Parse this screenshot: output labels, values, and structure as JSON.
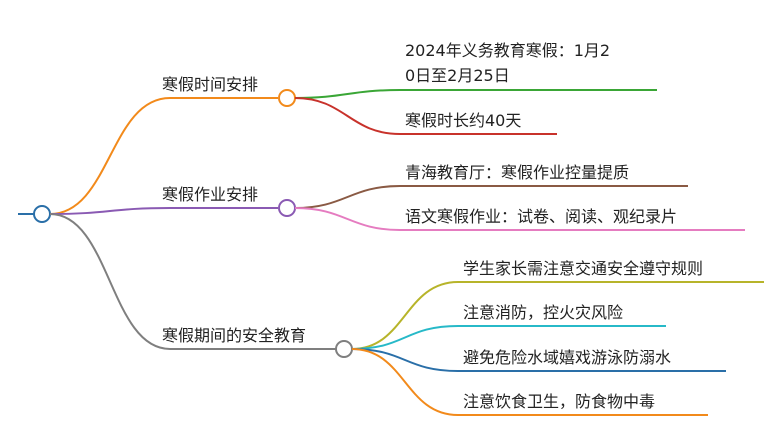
{
  "mindmap": {
    "root_color": "#2a6fa8",
    "branches": [
      {
        "label": "寒假时间安排",
        "color": "#f28a1b",
        "leaves": [
          {
            "lines": [
              "2024年义务教育寒假：1月2",
              "0日至2月25日"
            ],
            "color": "#3aa636"
          },
          {
            "lines": [
              "寒假时长约40天"
            ],
            "color": "#c8322b"
          }
        ]
      },
      {
        "label": "寒假作业安排",
        "color": "#8a5ab3",
        "leaves": [
          {
            "lines": [
              "青海教育厅：寒假作业控量提质"
            ],
            "color": "#8a5a44"
          },
          {
            "lines": [
              "语文寒假作业：试卷、阅读、观纪录片"
            ],
            "color": "#e57cc0"
          }
        ]
      },
      {
        "label": "寒假期间的安全教育",
        "color": "#7f7f7f",
        "leaves": [
          {
            "lines": [
              "学生家长需注意交通安全遵守规则"
            ],
            "color": "#b7b42a"
          },
          {
            "lines": [
              "注意消防，控火灾风险"
            ],
            "color": "#27b9c8"
          },
          {
            "lines": [
              "避免危险水域嬉戏游泳防溺水"
            ],
            "color": "#2a6fa8"
          },
          {
            "lines": [
              "注意饮食卫生，防食物中毒"
            ],
            "color": "#f28a1b"
          }
        ]
      }
    ]
  }
}
